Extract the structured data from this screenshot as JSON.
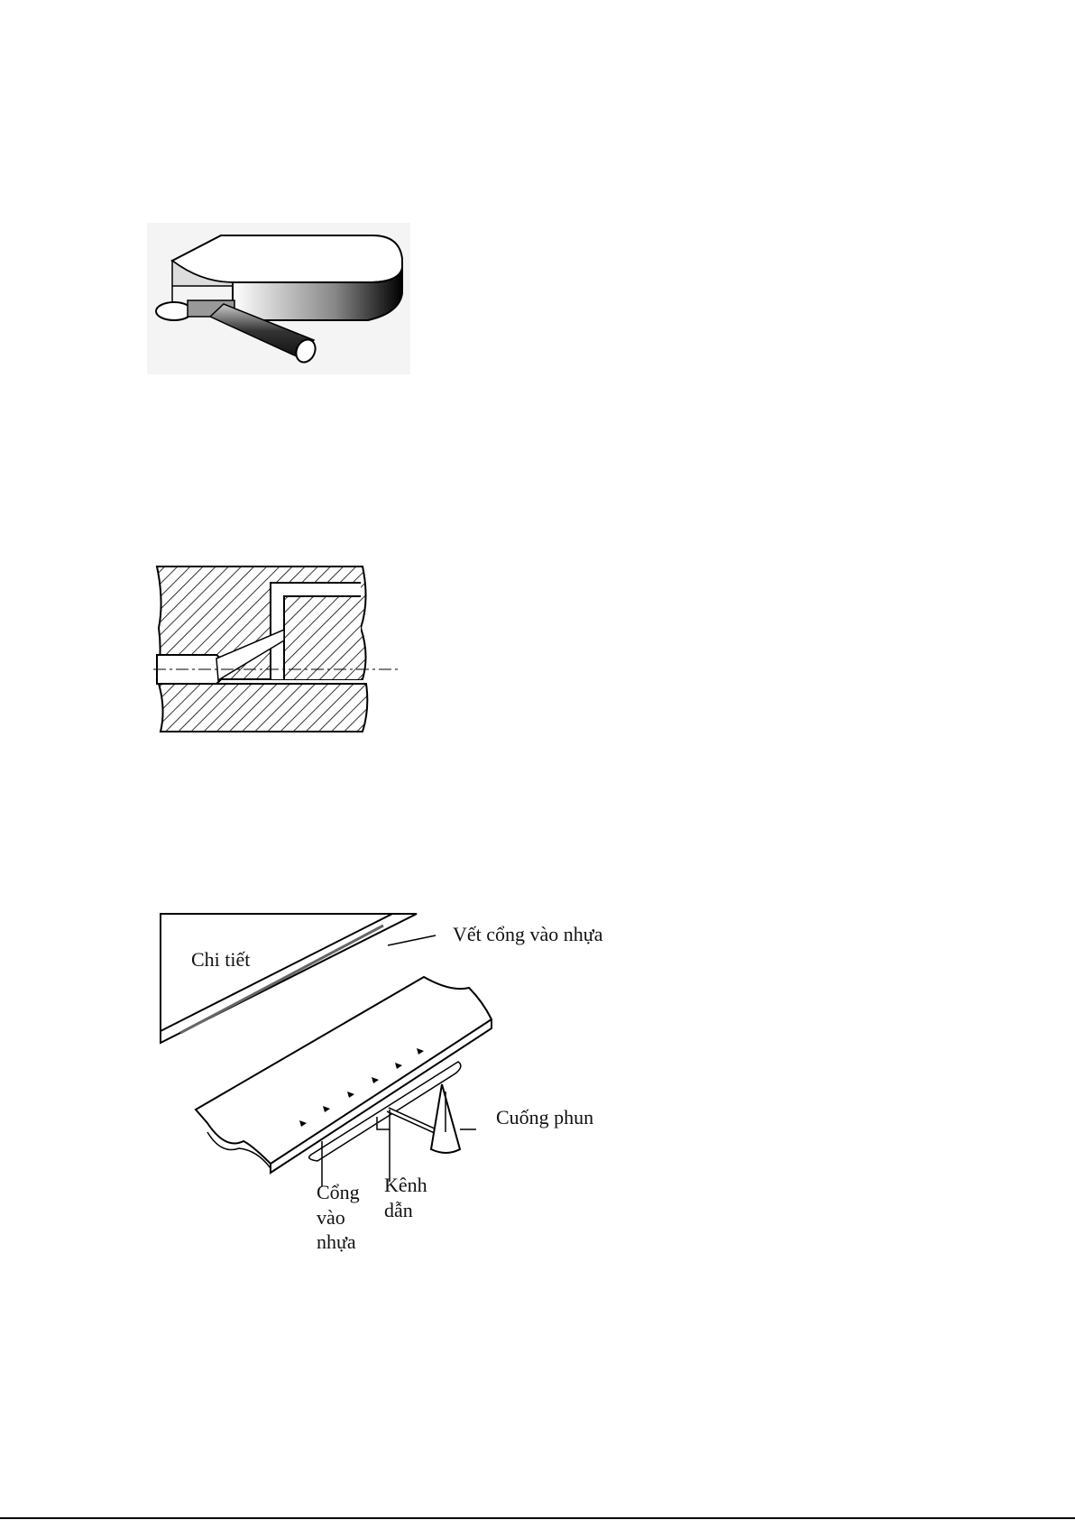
{
  "figures": [
    {
      "name": "edge-gate-3d-view"
    },
    {
      "name": "tunnel-gate-section"
    },
    {
      "name": "film-gate-diagram",
      "labels": {
        "part": "Chi tiết",
        "gate_mark": "Vết cổng vào nhựa",
        "sprue": "Cuống phun",
        "gate_line1": "Cổng",
        "gate_line2": "vào",
        "gate_line3": "nhựa",
        "runner_line1": "Kênh",
        "runner_line2": "dẫn"
      }
    }
  ]
}
